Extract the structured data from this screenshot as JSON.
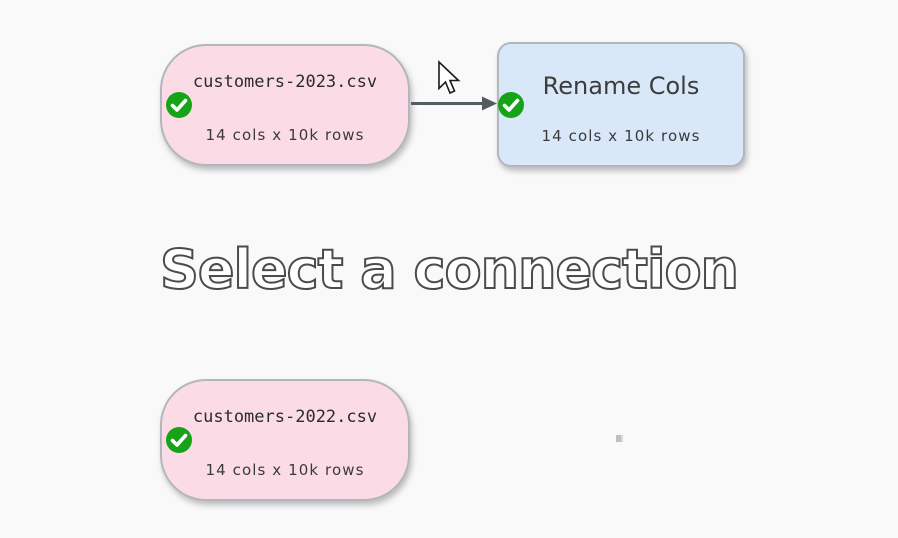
{
  "headline": {
    "text": "Select a connection"
  },
  "nodes": [
    {
      "id": "customers-2023",
      "type": "input-file",
      "title": "customers-2023.csv",
      "subtitle": "14 cols x 10k rows",
      "status": "ok",
      "status_icon": "green-checkmark",
      "fill": "#fbdce6"
    },
    {
      "id": "rename-cols",
      "type": "transform",
      "title": "Rename Cols",
      "subtitle": "14 cols x 10k rows",
      "status": "ok",
      "status_icon": "green-checkmark",
      "fill": "#d8e8f9"
    },
    {
      "id": "customers-2022",
      "type": "input-file",
      "title": "customers-2022.csv",
      "subtitle": "14 cols x 10k rows",
      "status": "ok",
      "status_icon": "green-checkmark",
      "fill": "#fbdce6"
    }
  ],
  "connection": {
    "from": "customers-2023.csv",
    "to": "Rename Cols",
    "color": "#555c60"
  },
  "colors": {
    "background": "#f9f9f9",
    "node_border": "#b3b6bc",
    "status_ok_green": "#17a317",
    "headline_outline": "#4b4b4b",
    "headline_fill": "#ffffff"
  }
}
